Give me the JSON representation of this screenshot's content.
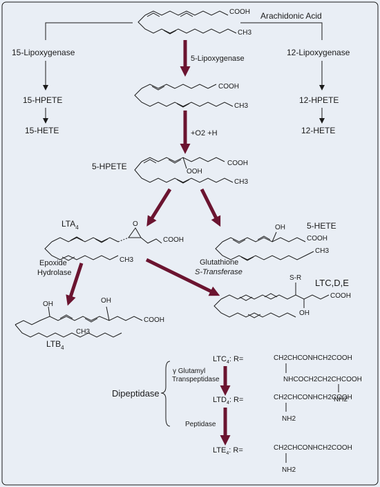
{
  "compounds": {
    "arachidonic_acid": "Arachidonic Acid",
    "cooh": "COOH",
    "ch3": "CH3",
    "hpete15": "15-HPETE",
    "hete15": "15-HETE",
    "hpete12": "12-HPETE",
    "hete12": "12-HETE",
    "hpete5": "5-HPETE",
    "ooh": "OOH",
    "lta4": "LTA",
    "lta4_sub": "4",
    "hete5": "5-HETE",
    "oh": "OH",
    "ltb4": "LTB",
    "ltb4_sub": "4",
    "ltcde": "LTC,D,E",
    "sr": "S-R",
    "ltc4": "LTC",
    "ltc4_sub": "4",
    "ltd4": "LTD",
    "ltd4_sub": "4",
    "lte4": "LTE",
    "lte4_sub": "4",
    "r_eq": ": R=",
    "ltc4_r1": "CH2CHCONHCH2COOH",
    "ltc4_r2": "NHCOCH2CH2CHCOOH",
    "ltd4_r1": "CH2CHCONHCH2COOH",
    "lte4_r1": "CH2CHCONHCH2COOH",
    "nh2": "NH2"
  },
  "enzymes": {
    "lox15": "15-Lipoxygenase",
    "lox5": "5-Lipoxygenase",
    "lox12": "12-Lipoxygenase",
    "o2h": "+O2 +H",
    "epoxide_1": "Epoxide",
    "epoxide_2": "Hydrolase",
    "glut_1": "Glutathione",
    "glut_2": "S-Transferase",
    "gamma_1": "γ Glutamyl",
    "gamma_2": "Transpeptidase",
    "dipeptidase": "Dipeptidase",
    "peptidase": "Peptidase"
  },
  "colors": {
    "background": "#e9eef5",
    "arrow_main": "#6b1430",
    "line": "#1a1a1a"
  }
}
